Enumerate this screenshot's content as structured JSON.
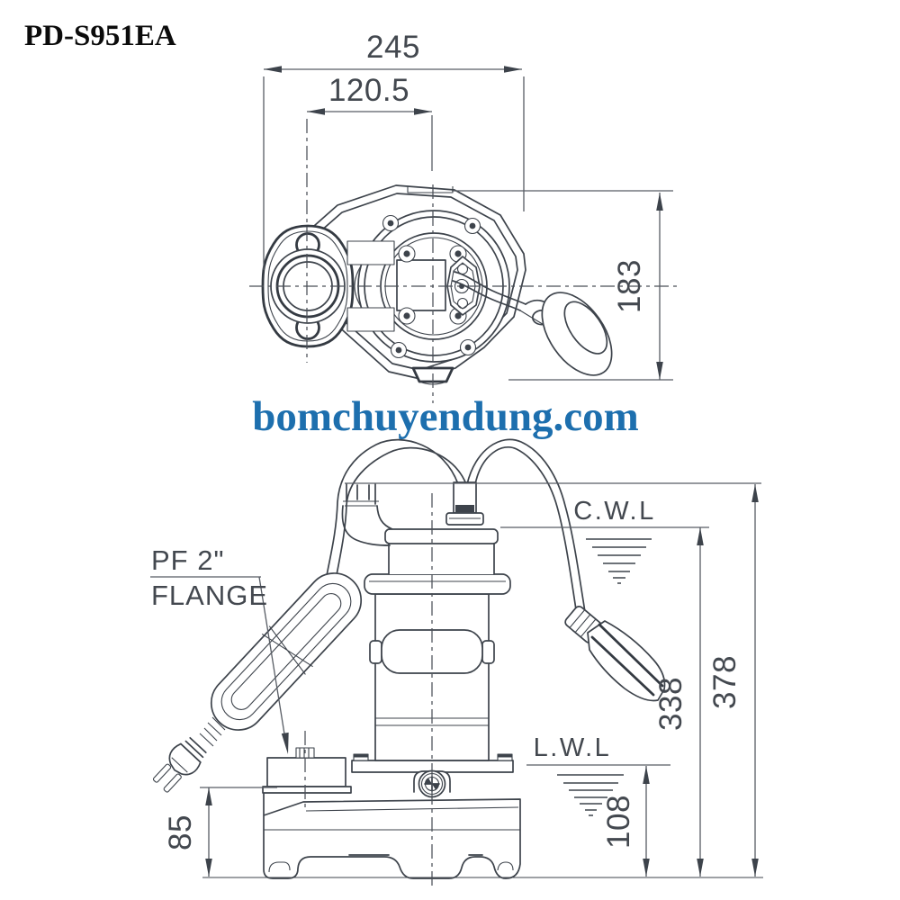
{
  "title": "PD-S951EA",
  "watermark": "bomchuyendung.com",
  "colors": {
    "line": "#3d434b",
    "dim_text": "#43484f",
    "watermark": "#1d6fae",
    "title": "#0b0b0b"
  },
  "top_view": {
    "description": "submersible pump seen from above with discharge flange, motor lid and float switch",
    "dims": {
      "overall_width": "245",
      "port_to_center": "120.5",
      "overall_depth": "183"
    }
  },
  "side_view": {
    "description": "submersible pump side elevation with float switch, coiled power cable and plug",
    "labels": {
      "flange_size": "PF 2\"",
      "flange": "FLANGE",
      "continuous_water_level": "C.W.L",
      "lowest_water_level": "L.W.L"
    },
    "dims": {
      "overall_height": "378",
      "cwl_height": "338",
      "lwl_height": "108",
      "base_height": "85"
    }
  }
}
